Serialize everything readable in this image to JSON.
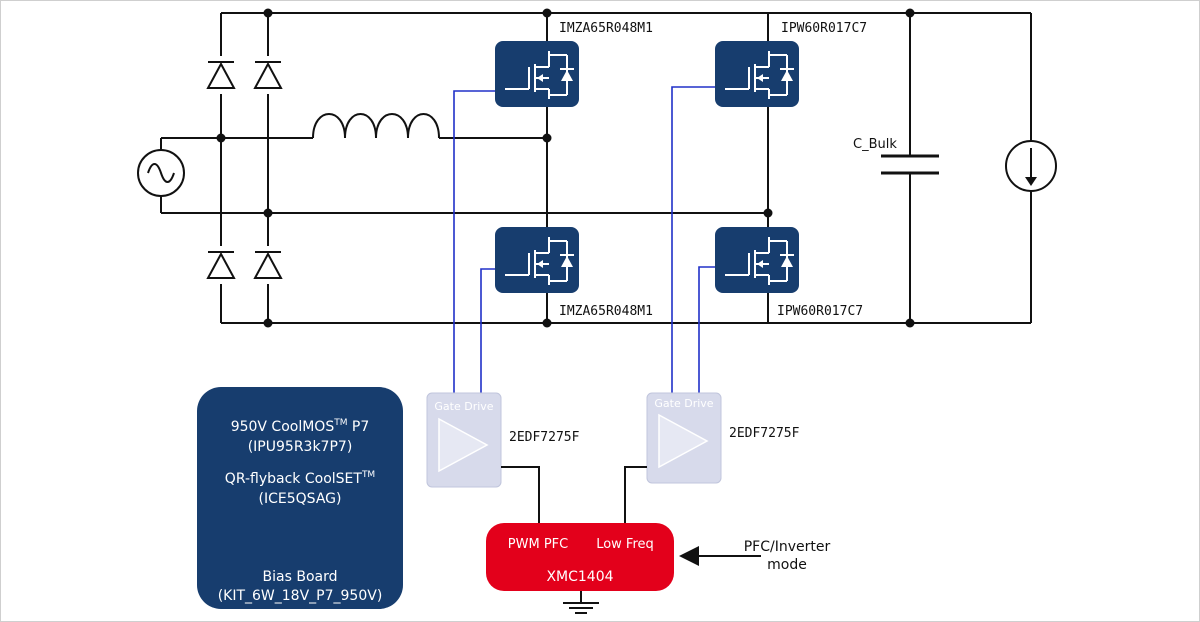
{
  "colors": {
    "mosfet_fill": "#173d6e",
    "bias_fill": "#173d6e",
    "controller_fill": "#e3001b",
    "gate_drive_fill": "#d7daeb",
    "gate_wire": "#2030c8",
    "wire": "#111111"
  },
  "icons": [
    "ac-source-icon",
    "diode-icon",
    "inductor-icon",
    "mosfet-icon",
    "capacitor-icon",
    "current-sink-icon",
    "ground-icon",
    "buffer-triangle-icon"
  ],
  "mosfets": {
    "top_left": "IMZA65R048M1",
    "bottom_left": "IMZA65R048M1",
    "top_right": "IPW60R017C7",
    "bottom_right": "IPW60R017C7"
  },
  "capacitor_label": "C_Bulk",
  "gate_drives": [
    {
      "title": "Gate Drive",
      "part": "2EDF7275F"
    },
    {
      "title": "Gate Drive",
      "part": "2EDF7275F"
    }
  ],
  "bias_board": {
    "line1_main": "950V CoolMOS",
    "line1_sup": "TM",
    "line1_tail": " P7",
    "line2": "(IPU95R3k7P7)",
    "line3_main": "QR-flyback CoolSET",
    "line3_sup": "TM",
    "line4": "(ICE5QSAG)",
    "line5": "Bias Board",
    "line6": "(KIT_6W_18V_P7_950V)"
  },
  "controller": {
    "left_label": "PWM PFC",
    "right_label": "Low Freq",
    "name": "XMC1404"
  },
  "mode_input": {
    "line1": "PFC/Inverter",
    "line2": "mode"
  }
}
